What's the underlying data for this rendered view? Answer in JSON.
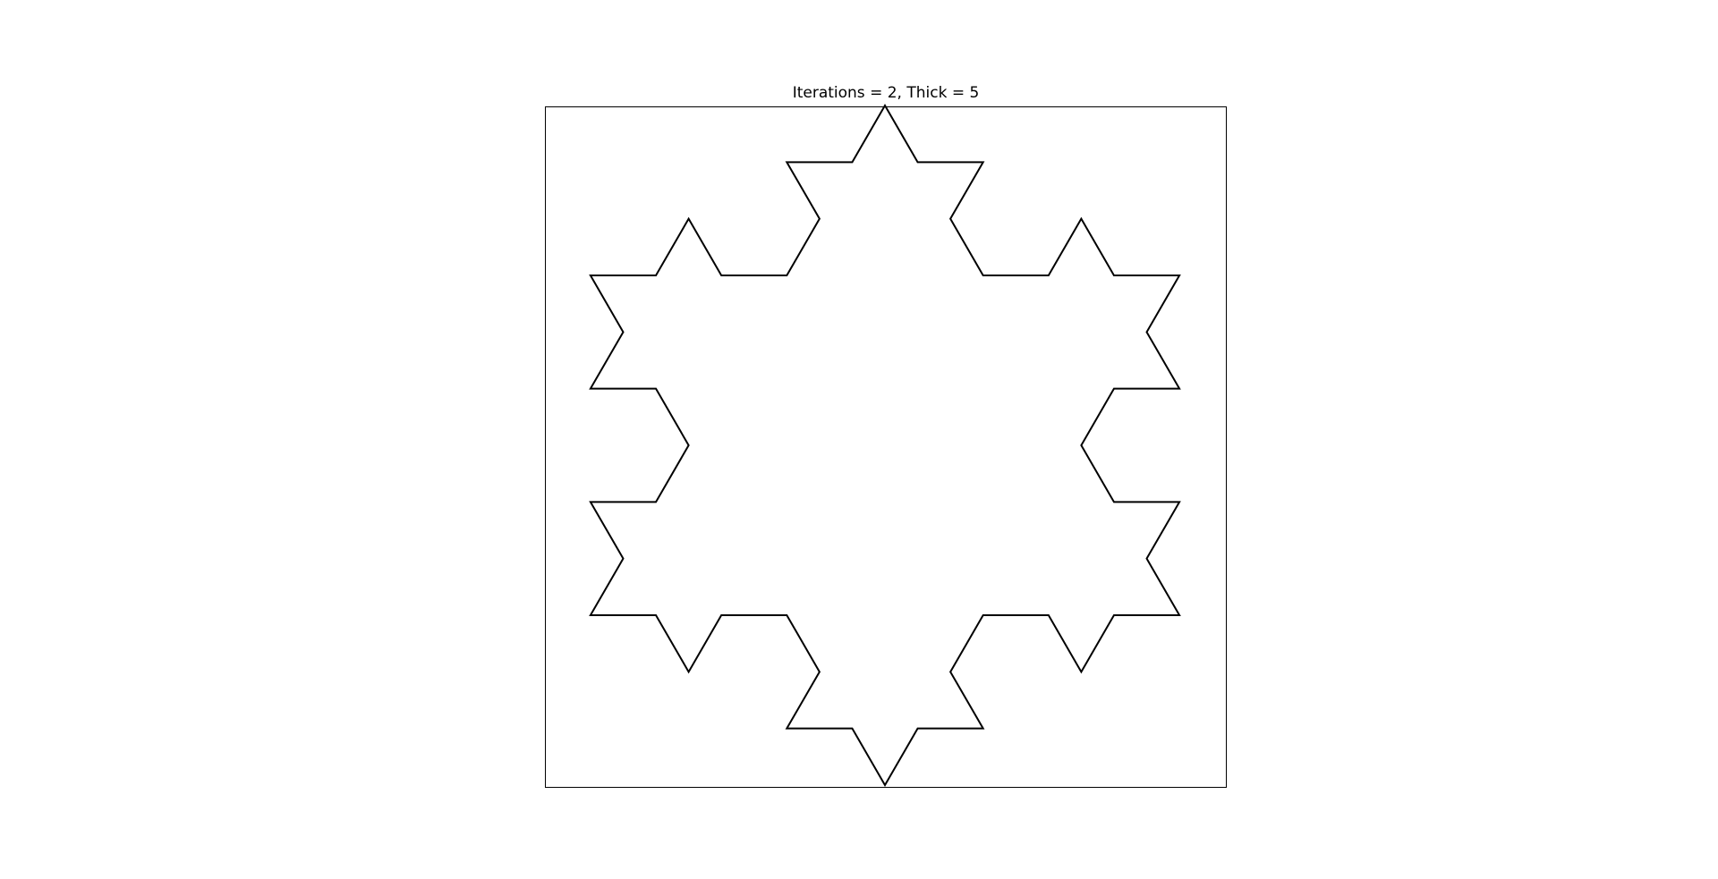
{
  "title": "Iterations = 2, Thick = 5",
  "colors": {
    "background": "#ffffff",
    "stroke": "#000000"
  },
  "fractal": {
    "type": "koch-snowflake",
    "iterations": 2
  }
}
